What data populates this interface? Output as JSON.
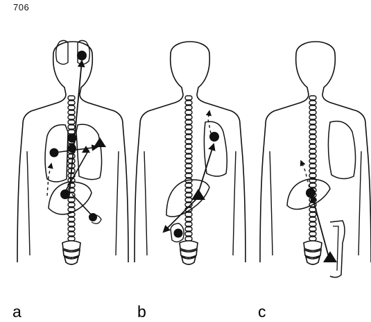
{
  "page_number": "706",
  "panels": [
    {
      "label": "a"
    },
    {
      "label": "b"
    },
    {
      "label": "c"
    }
  ],
  "colors": {
    "ink": "#111111",
    "background": "#ffffff"
  }
}
